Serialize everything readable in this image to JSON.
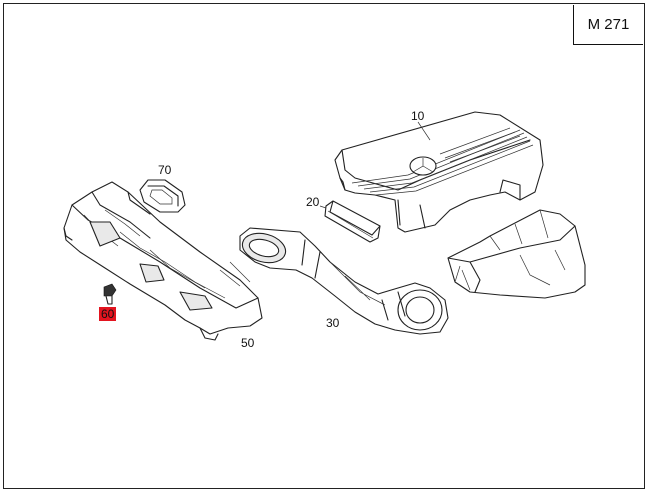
{
  "model_label": "M 271",
  "callouts": {
    "p10": "10",
    "p20": "20",
    "p30": "30",
    "p50": "50",
    "p60": "60",
    "p70": "70"
  },
  "highlight_color": "#e3141f"
}
